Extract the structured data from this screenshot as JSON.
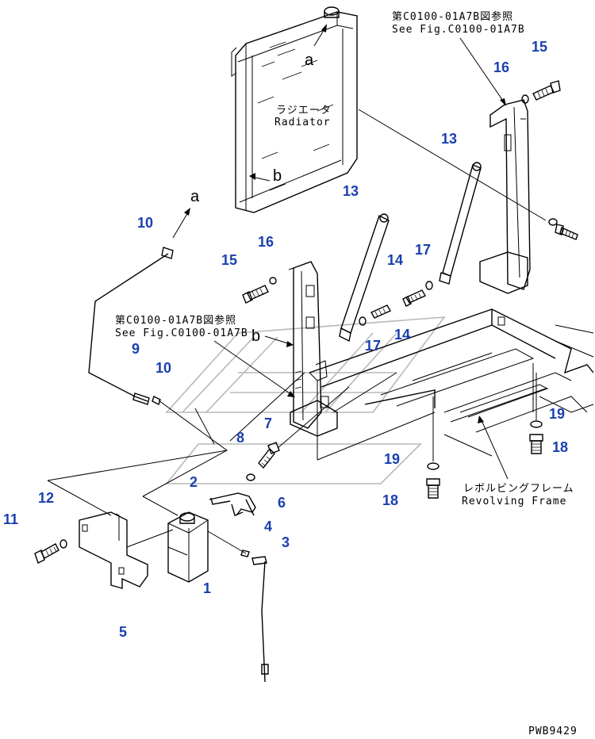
{
  "drawing_code": "PWB9429",
  "part_numbers": [
    "1",
    "2",
    "3",
    "4",
    "5",
    "6",
    "7",
    "8",
    "9",
    "10",
    "10",
    "11",
    "12",
    "13",
    "13",
    "14",
    "14",
    "15",
    "15",
    "16",
    "16",
    "17",
    "17",
    "18",
    "18",
    "19",
    "19"
  ],
  "notes": {
    "ref_top_jp": "第C0100-01A7B図参照",
    "ref_top_en": "See Fig.C0100-01A7B",
    "ref_mid_jp": "第C0100-01A7B図参照",
    "ref_mid_en": "See Fig.C0100-01A7B",
    "radiator_jp": "ラジエータ",
    "radiator_en": "Radiator",
    "frame_jp": "レボルビングフレーム",
    "frame_en": "Revolving Frame"
  },
  "letters": {
    "a_top": "a",
    "b_radiator": "b",
    "a_hose": "a",
    "b_bracket": "b"
  },
  "callouts": {
    "c1": "1",
    "c2": "2",
    "c3": "3",
    "c4": "4",
    "c5": "5",
    "c6": "6",
    "c7": "7",
    "c8": "8",
    "c9": "9",
    "c10a": "10",
    "c10b": "10",
    "c11": "11",
    "c12": "12",
    "c13a": "13",
    "c13b": "13",
    "c14a": "14",
    "c14b": "14",
    "c15a": "15",
    "c15b": "15",
    "c16a": "16",
    "c16b": "16",
    "c17a": "17",
    "c17b": "17",
    "c18a": "18",
    "c18b": "18",
    "c19a": "19",
    "c19b": "19"
  },
  "colors": {
    "callout": "#1a3fb0",
    "line": "#000000",
    "watermark": "#b8b8b8"
  }
}
